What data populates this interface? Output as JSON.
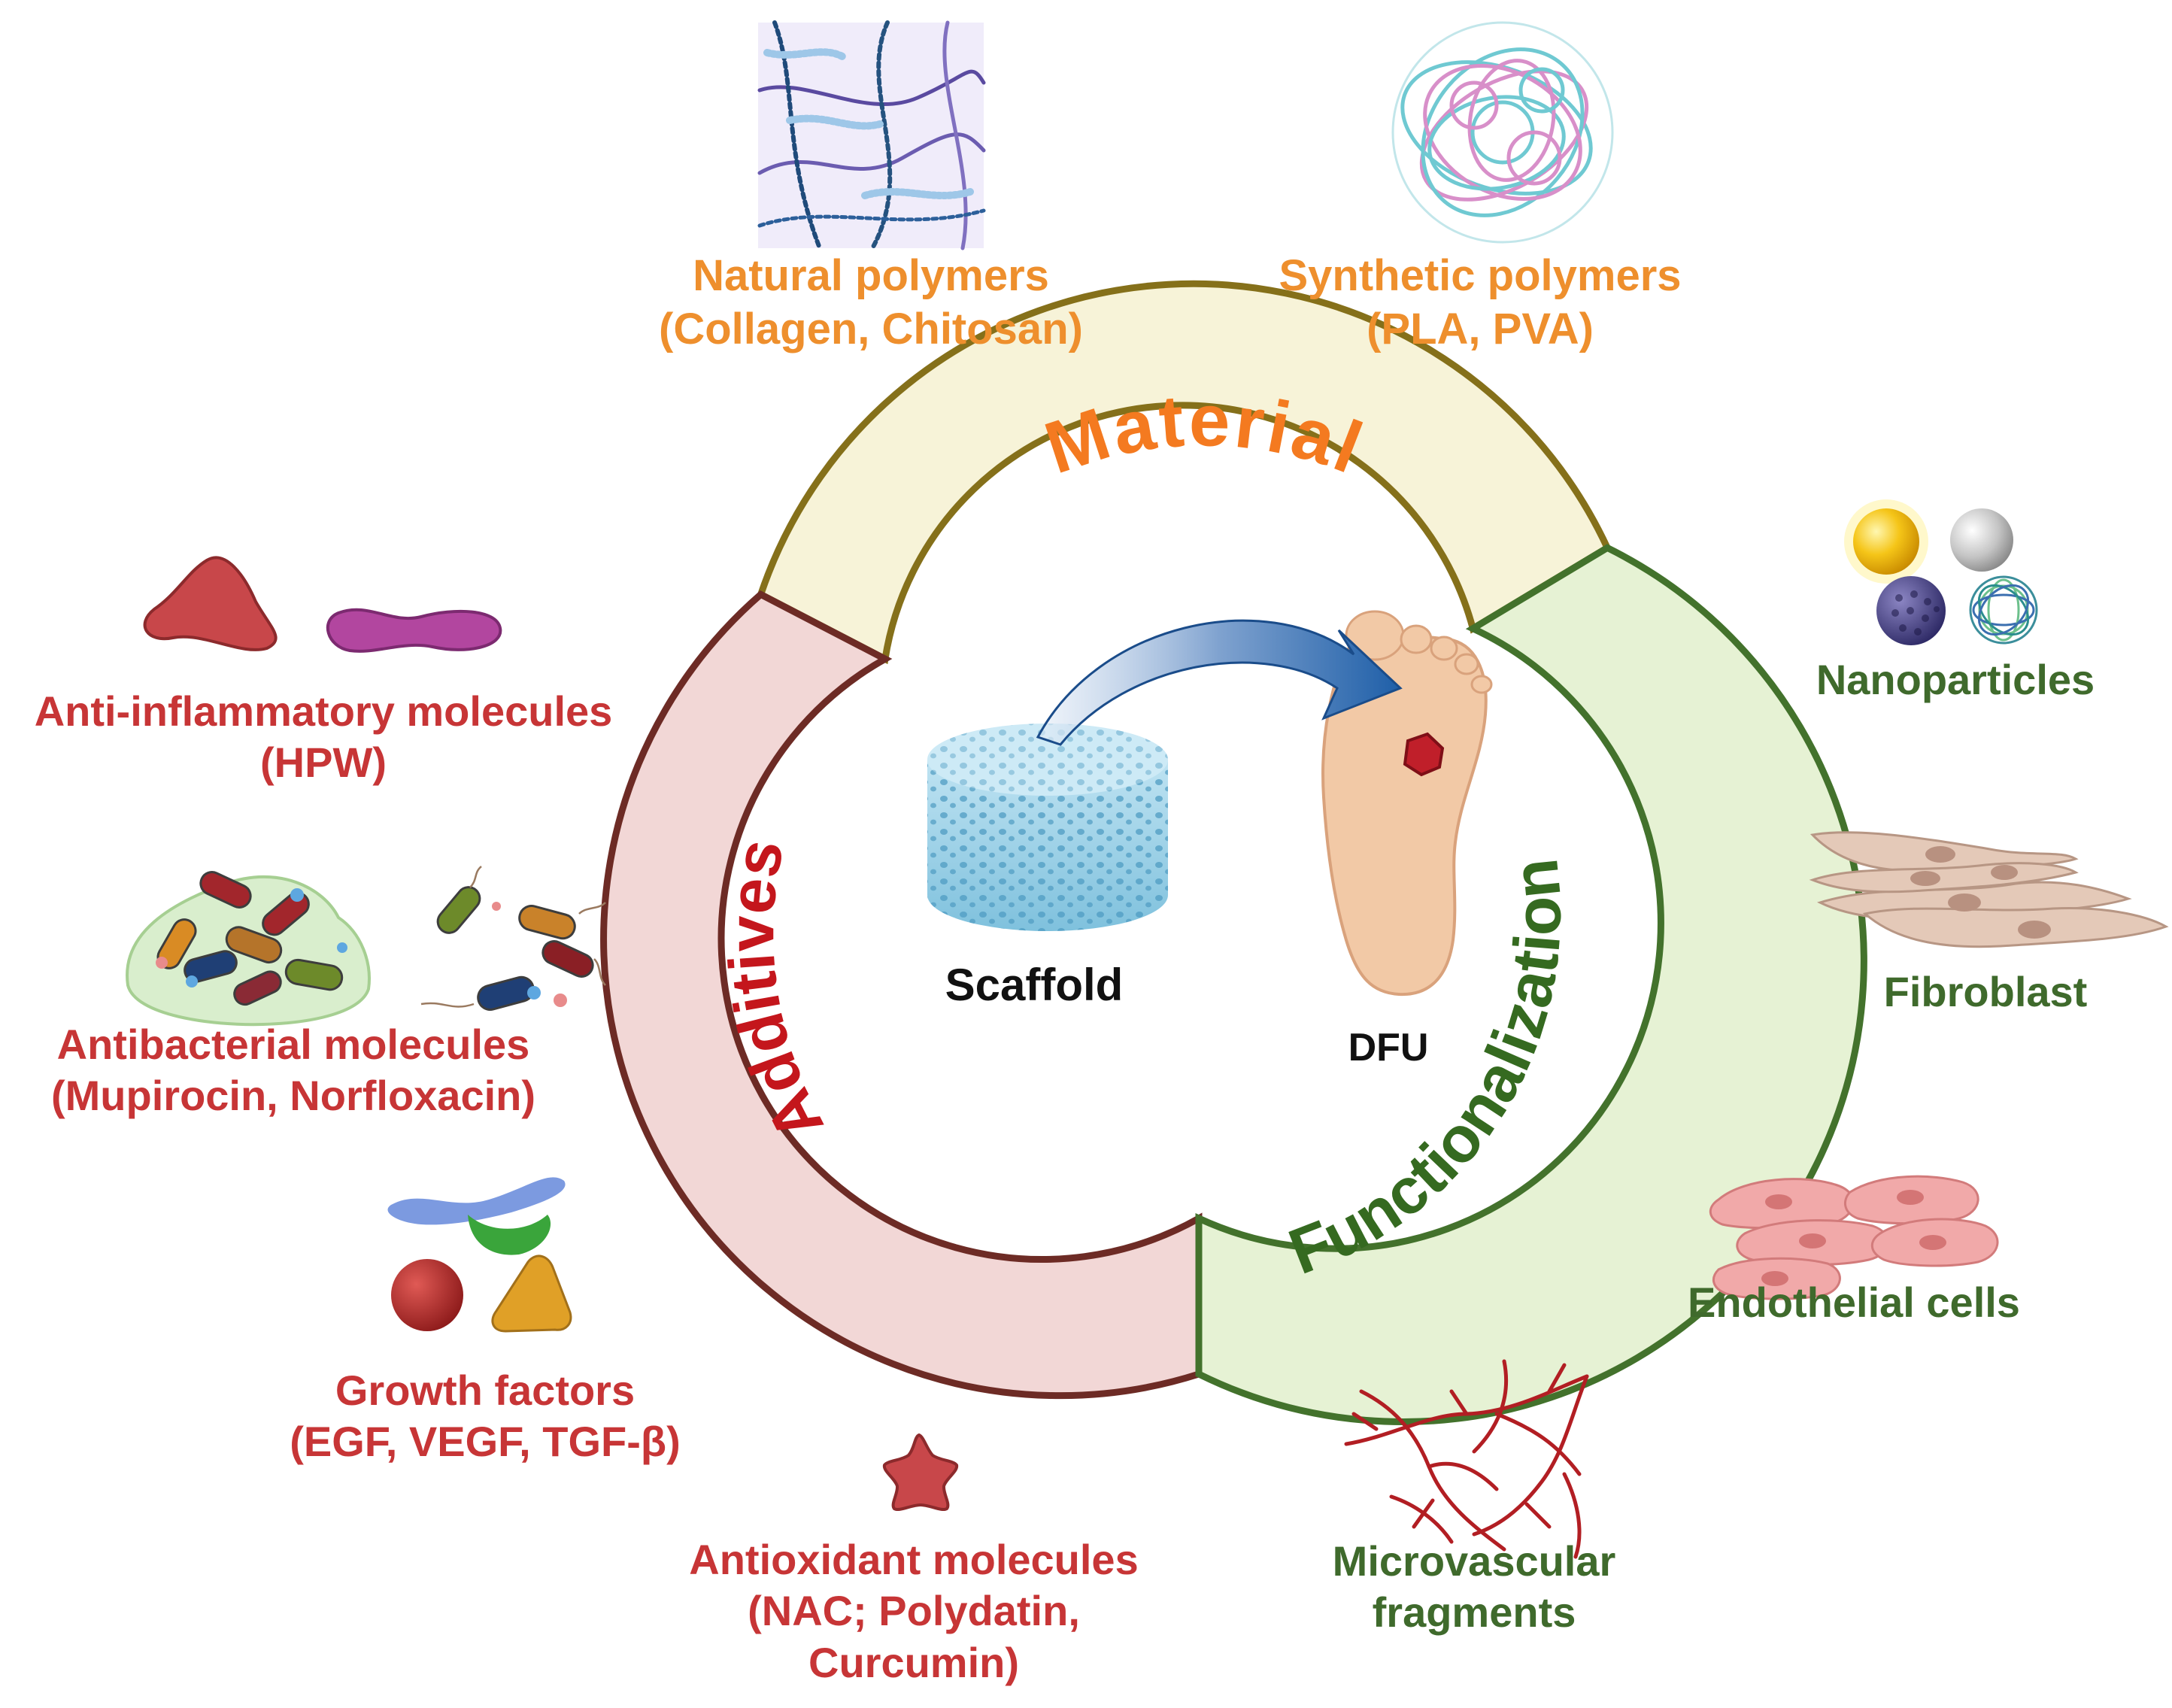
{
  "ring": {
    "material": "Material",
    "additives": "Additives",
    "functionalization": "Functionalization"
  },
  "center": {
    "scaffold": "Scaffold",
    "dfu": "DFU"
  },
  "material": {
    "natural": {
      "line1": "Natural polymers",
      "line2": "(Collagen, Chitosan)"
    },
    "synthetic": {
      "line1": "Synthetic polymers",
      "line2": "(PLA, PVA)"
    }
  },
  "additives": {
    "anti_inflammatory": {
      "line1": "Anti-inflammatory molecules",
      "line2": "(HPW)"
    },
    "antibacterial": {
      "line1": "Antibacterial molecules",
      "line2": "(Mupirocin, Norfloxacin)"
    },
    "growth_factors": {
      "line1": "Growth factors",
      "line2": "(EGF, VEGF, TGF-β)"
    },
    "antioxidant": {
      "line1": "Antioxidant molecules",
      "line2": "(NAC; Polydatin,",
      "line3": "Curcumin)"
    }
  },
  "functionalization": {
    "nanoparticles": "Nanoparticles",
    "fibroblast": "Fibroblast",
    "endothelial": "Endothelial cells",
    "microvascular": {
      "line1": "Microvascular",
      "line2": "fragments"
    }
  },
  "colors": {
    "material_fill": "#f7f3d8",
    "material_stroke": "#85701a",
    "material_text": "#f47a20",
    "additives_fill": "#f2d7d6",
    "additives_stroke": "#6d2b25",
    "additives_text": "#c4161c",
    "functional_fill": "#e6f2d4",
    "functional_stroke": "#43722c",
    "functional_text": "#356a20",
    "label_orange": "#ee8f2d",
    "label_red": "#c73536",
    "label_green": "#3f6a2c"
  },
  "icons": {
    "natural": "polymer-fiber-mesh-icon",
    "synthetic": "polymer-ball-icon",
    "anti_inflammatory": "blob-molecules-icon",
    "antibacterial": "bacteria-cluster-icon",
    "growth_factors": "protein-shapes-icon",
    "antioxidant": "star-molecule-icon",
    "nanoparticles": "nanoparticle-spheres-icon",
    "fibroblast": "fibroblast-cells-icon",
    "endothelial": "endothelial-cells-icon",
    "microvascular": "capillary-network-icon",
    "scaffold": "porous-cylinder-icon",
    "dfu": "foot-ulcer-icon",
    "arrow": "curved-arrow-icon"
  }
}
